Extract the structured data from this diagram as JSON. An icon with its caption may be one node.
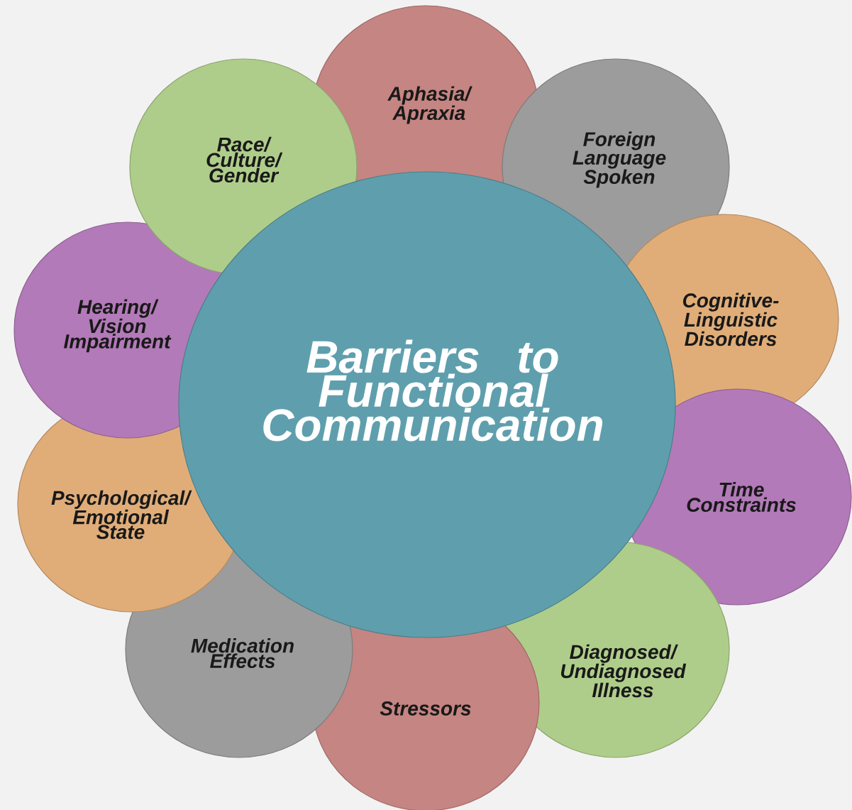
{
  "diagram": {
    "nodes": [
      {
        "text": [
          "Barriers to Functional Communication"
        ]
      },
      {
        "text": [
          "Aphasia/ Apraxia"
        ]
      },
      {
        "text": [
          "Foreign Language Spoken"
        ]
      },
      {
        "text": [
          "Cognitive- Linguistic Disorders"
        ]
      },
      {
        "text": [
          "Time Constraints"
        ]
      },
      {
        "text": [
          "Diagnosed/ Undiagnosed Illness"
        ]
      },
      {
        "text": [
          "Stressors"
        ]
      },
      {
        "text": [
          "Medication Effects"
        ]
      },
      {
        "text": [
          "Psychological/ Emotional State"
        ]
      },
      {
        "text": [
          "Hearing/ Vision Impairment"
        ]
      },
      {
        "text": [
          "Race/ Culture/ Gender"
        ]
      }
    ]
  }
}
